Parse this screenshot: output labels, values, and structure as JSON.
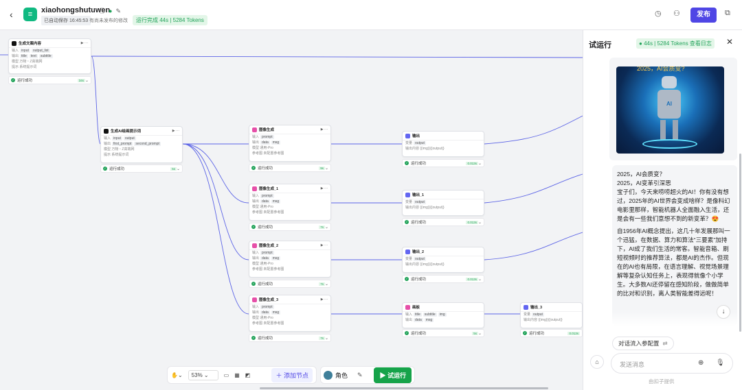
{
  "header": {
    "back_icon": "chevron-left-icon",
    "app_name": "xiaohongshutuwen",
    "autosave": "已自动保存 16:45:53",
    "unpublished": "有尚未发布的修改",
    "run_status": "运行完成 44s | 5284 Tokens",
    "publish_label": "发布"
  },
  "nodes": {
    "gen_copy": {
      "title": "生成文案内容",
      "row1": "输入",
      "row2": "输出",
      "row3": "模型",
      "row3_val": "万物・Z高端网",
      "row4": "提示",
      "row4_val": "系统提示词"
    },
    "gen_prompt": {
      "title": "生成AI绘画提示词",
      "row1": "输入",
      "row2": "输出",
      "row3": "模型",
      "row3_val": "万物・Z高端网",
      "row4": "提示",
      "row4_val": "系统提示词"
    },
    "img0": {
      "title": "图像生成",
      "model": "通用-Pro",
      "ref": "参考图",
      "ref_val": "未配置参考图"
    },
    "img1": {
      "title": "图像生成_1",
      "model": "通用-Pro",
      "ref": "参考图",
      "ref_val": "未配置参考图"
    },
    "img2": {
      "title": "图像生成_2",
      "model": "通用-Pro",
      "ref": "参考图",
      "ref_val": "未配置参考图"
    },
    "img3": {
      "title": "图像生成_3",
      "model": "通用-Pro",
      "ref": "参考图",
      "ref_val": "未配置参考图"
    },
    "out0": {
      "title": "输出",
      "content": "{{img}}{{output}}"
    },
    "out1": {
      "title": "输出_1",
      "content": "{{img}}{{output}}"
    },
    "out2": {
      "title": "输出_2",
      "content": "{{img}}{{output}}"
    },
    "out3": {
      "title": "输出_3",
      "content": "{{img}}{{output}}"
    },
    "script": {
      "title": "画板"
    }
  },
  "status": {
    "text": "运行成功",
    "t1": "34s",
    "t2": "5s",
    "t3": "9s",
    "t4": "7s",
    "t5": "0.013s",
    "t6": "5s"
  },
  "toolbar": {
    "zoom": "53%",
    "add_node": "添加节点",
    "role": "角色",
    "run": "试运行"
  },
  "panel": {
    "title": "试运行",
    "stat": "44s | 5284 Tokens  查看日志",
    "image_caption": "2025，AI会质变?",
    "p1": "2025，AI会质变？\n2025，AI变革引深思\n宝子们，今天来唠唠超火的AI！你有没有想过，2025年的AI世界会变成啥样？是像科幻电影里那样，智能机器人全面融入生活，还是会有一些我们意想不到的新变革？😍",
    "p2": "自1956年AI概念提出，这几十年发展那叫一个迅猛，在数据、算力和算法“三要素”加持下，AI成了我们生活的常客。智能音箱、刷短视频时的推荐算法，都是AI的杰作。但现在的AI也有局限，在语言理解、视觉场景理解等复杂认知任务上，表现得就像个小学生。大多数AI还停留在感知阶段，做做简单的比对和识别，离人类智能差得远呢！",
    "var_chip": "对话流入参配置",
    "input_placeholder": "发送消息",
    "credit": "由扣子提供"
  }
}
